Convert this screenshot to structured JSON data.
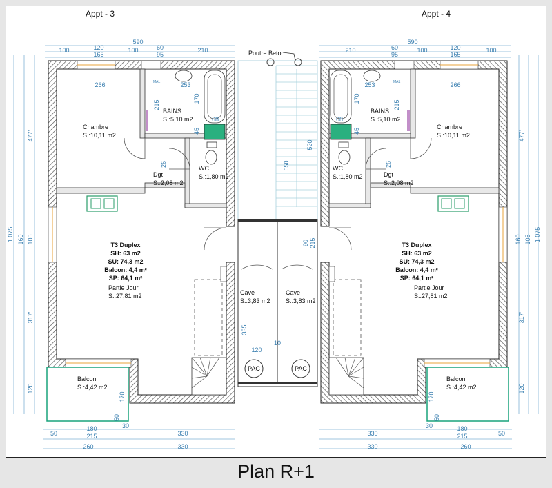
{
  "caption": "Plan R+1",
  "apartments": {
    "left": {
      "title": "Appt - 3",
      "rooms": {
        "chambre": {
          "name": "Chambre",
          "area": "S.:10,11 m2"
        },
        "bains": {
          "name": "BAINS",
          "area": "S.:5,10 m2"
        },
        "dgt": {
          "name": "Dgt",
          "area": "S.:2,08 m2"
        },
        "wc": {
          "name": "WC",
          "area": "S.:1,80 m2"
        },
        "partie_jour": {
          "name": "Partie Jour",
          "area": "S.:27,81 m2"
        },
        "balcon": {
          "name": "Balcon",
          "area": "S.:4,42 m2"
        }
      },
      "summary": [
        "T3 Duplex",
        "SH: 63 m2",
        "SU: 74,3 m2",
        "Balcon: 4,4 m²",
        "SP: 64,1 m²"
      ]
    },
    "right": {
      "title": "Appt - 4",
      "rooms": {
        "chambre": {
          "name": "Chambre",
          "area": "S.:10,11 m2"
        },
        "bains": {
          "name": "BAINS",
          "area": "S.:5,10 m2"
        },
        "dgt": {
          "name": "Dgt",
          "area": "S.:2,08 m2"
        },
        "wc": {
          "name": "WC",
          "area": "S.:1,80 m2"
        },
        "partie_jour": {
          "name": "Partie Jour",
          "area": "S.:27,81 m2"
        },
        "balcon": {
          "name": "Balcon",
          "area": "S.:4,42 m2"
        }
      },
      "summary": [
        "T3 Duplex",
        "SH: 63 m2",
        "SU: 74,3 m2",
        "Balcon: 4,4 m²",
        "SP: 64,1 m²"
      ]
    }
  },
  "center": {
    "poutre": "Poutre Beton",
    "cave_left": {
      "name": "Cave",
      "area": "S.:3,83 m2"
    },
    "cave_right": {
      "name": "Cave",
      "area": "S.:3,83 m2"
    },
    "pac": "PAC"
  },
  "dimensions": {
    "top_overall_left": "590",
    "top_overall_right": "590",
    "top_left_row1": [
      "100",
      "120",
      "100",
      "60",
      "210"
    ],
    "top_left_row2": [
      "165",
      "95"
    ],
    "top_right_row1": [
      "210",
      "60",
      "100",
      "120",
      "100"
    ],
    "top_right_row2": [
      "95",
      "165"
    ],
    "left_side": [
      "477'",
      "160",
      "105",
      "317'",
      "120",
      "1 075"
    ],
    "right_side": [
      "477'",
      "160",
      "105",
      "317'",
      "120",
      "1 075"
    ],
    "interior": [
      "266",
      "253",
      "215",
      "170",
      "45",
      "68",
      "26",
      "520",
      "650",
      "90",
      "215",
      "335",
      "120",
      "10",
      "170",
      "50",
      "30",
      "MAL",
      "MAL"
    ],
    "bottom_left": [
      "50",
      "180",
      "215",
      "330",
      "260",
      "330",
      "30"
    ],
    "bottom_right": [
      "330",
      "180",
      "50",
      "215",
      "330",
      "260",
      "30"
    ]
  }
}
